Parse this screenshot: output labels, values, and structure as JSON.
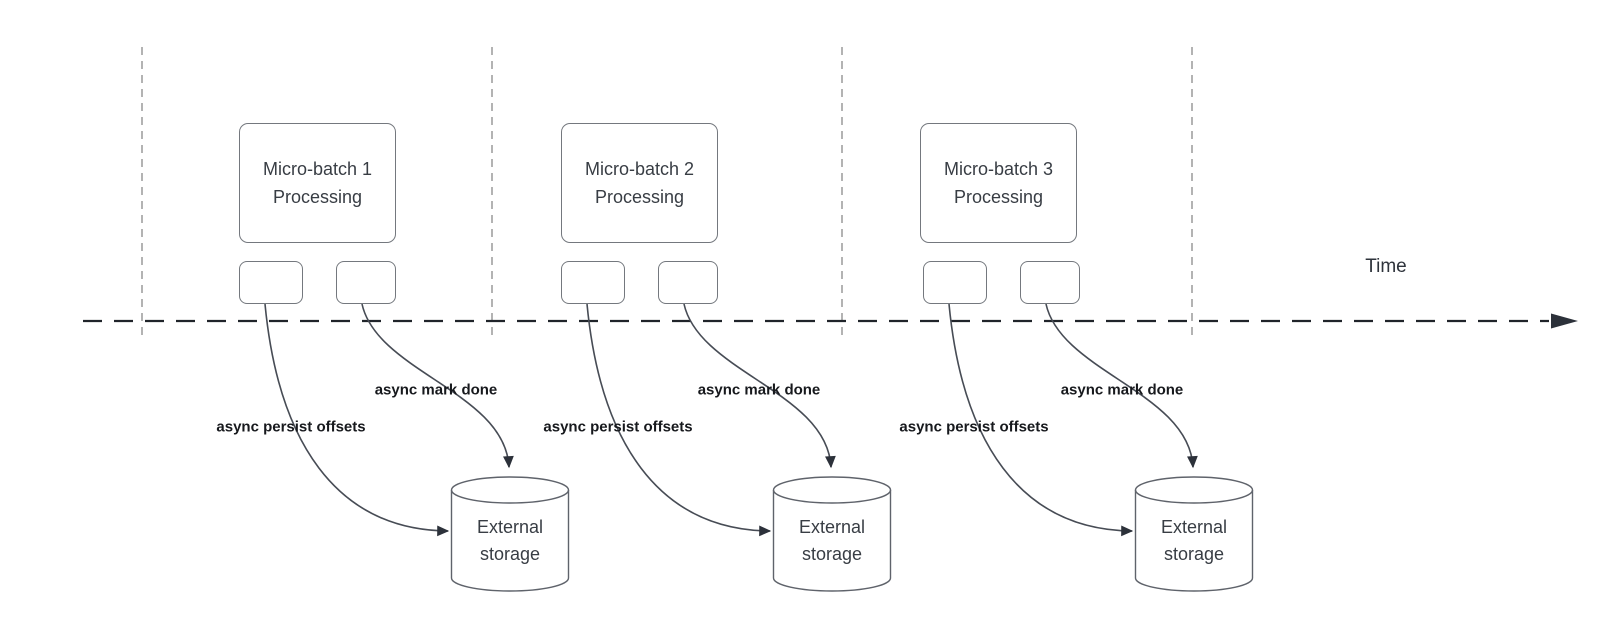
{
  "diagram": {
    "time_axis_label": "Time",
    "groups": [
      {
        "title_line1": "Micro-batch 1",
        "title_line2": "Processing",
        "persist_label": "async persist offsets",
        "mark_done_label": "async mark done",
        "storage_line1": "External",
        "storage_line2": "storage"
      },
      {
        "title_line1": "Micro-batch 2",
        "title_line2": "Processing",
        "persist_label": "async persist offsets",
        "mark_done_label": "async mark done",
        "storage_line1": "External",
        "storage_line2": "storage"
      },
      {
        "title_line1": "Micro-batch 3",
        "title_line2": "Processing",
        "persist_label": "async persist offsets",
        "mark_done_label": "async mark done",
        "storage_line1": "External",
        "storage_line2": "storage"
      }
    ],
    "colors": {
      "background": "#ffffff",
      "timeline_stroke": "#20242a",
      "divider_stroke": "#9a9a9a",
      "shape_stroke": "#74787e",
      "cylinder_stroke": "#5f636b",
      "arrow_stroke": "#474c55",
      "arrowhead_fill": "#2c313a",
      "shape_text": "#383d44",
      "arrow_label_text": "#17191d"
    }
  }
}
